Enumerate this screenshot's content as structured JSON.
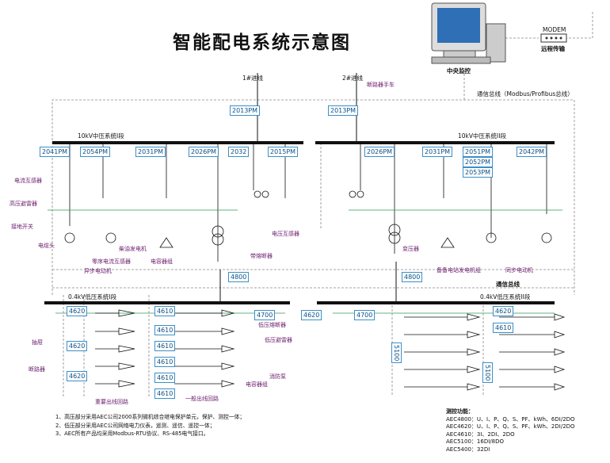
{
  "title": "智能配电系统示意图",
  "central": {
    "label": "中央监控",
    "modem": "MODEM",
    "modem_sub": "远程传输"
  },
  "comm_bus_1": "通信总线（Modbus/Profibus总线）",
  "comm_bus_2": "通信总线",
  "incoming": {
    "line1": "1#进线",
    "line2": "2#进线",
    "cart": "断路器手车"
  },
  "hv_bus": {
    "seg1": "10kV中压系统I段",
    "seg2": "10kV中压系统II段"
  },
  "lv_bus": {
    "seg1": "0.4kV低压系统I段",
    "seg2": "0.4kV低压系统II段"
  },
  "boxes": {
    "pm2013a": "2013PM",
    "pm2013b": "2013PM",
    "pm2041": "2041PM",
    "pm2054": "2054PM",
    "pm2031a": "2031PM",
    "pm2026a": "2026PM",
    "pm2032": "2032",
    "pm2015": "2015PM",
    "pm2026b": "2026PM",
    "pm2031b": "2031PM",
    "pm2051": "2051PM",
    "pm2052": "2052PM",
    "pm2053": "2053PM",
    "pm2042": "2042PM",
    "tr4800a": "4800",
    "tr4800b": "4800",
    "l4620a": "4620",
    "l4620b": "4620",
    "l4620c": "4620",
    "l4620d": "4620",
    "l4620e": "4620",
    "l4610a": "4610",
    "l4610b": "4610",
    "l4610c": "4610",
    "l4610d": "4610",
    "l4610e": "4610",
    "l4610f": "4610",
    "l4610g": "4610",
    "l4700a": "4700",
    "l4700b": "4700",
    "v5100a": "5100",
    "v5100b": "5100"
  },
  "labels": {
    "ct": "电流互感器",
    "arrester": "高压避雷器",
    "earth": "接地开关",
    "cable_head": "电缆头",
    "zero_ct": "零序电流互感器",
    "async_motor": "异步电动机",
    "diesel": "柴油发电机",
    "cap": "电容器组",
    "pt": "电压互感器",
    "fuse": "带熔断器",
    "transformer": "变压器",
    "backup_gen": "备备电站发电机组",
    "sync_motor": "同步电动机",
    "lv_fuse": "低压熔断器",
    "lv_arrester": "低压避雷器",
    "drawer": "抽屉",
    "breaker": "断路器",
    "key_loop": "重要出线回路",
    "normal_loop": "一般出线回路",
    "reactor": "电容器组",
    "relay": "消防泵"
  },
  "notes": [
    "1、高压部分采用AEC公司2000系列微机综合继电保护单元，保护、测控一体；",
    "2、低压部分采用AEC公司网络电力仪表，遥测、遥信、遥控一体；",
    "3、AEC所有产品均采用Modbus-RTU协议、RS-485电气接口。"
  ],
  "functions": {
    "heading": "测控功能：",
    "items": [
      "AEC4800：U、I、P、Q、S、PF、kWh、6DI/2DO",
      "AEC4620：U、I、P、Q、S、PF、kWh、2DI/2DO",
      "AEC4610：3I、2DI、2DO",
      "AEC5100：16DI/8DO",
      "AEC5400：32DI"
    ]
  },
  "colors": {
    "accent": "#3c8fc7",
    "purple": "#6a1b6e",
    "green": "#2e9a57",
    "dash": "#888888"
  }
}
